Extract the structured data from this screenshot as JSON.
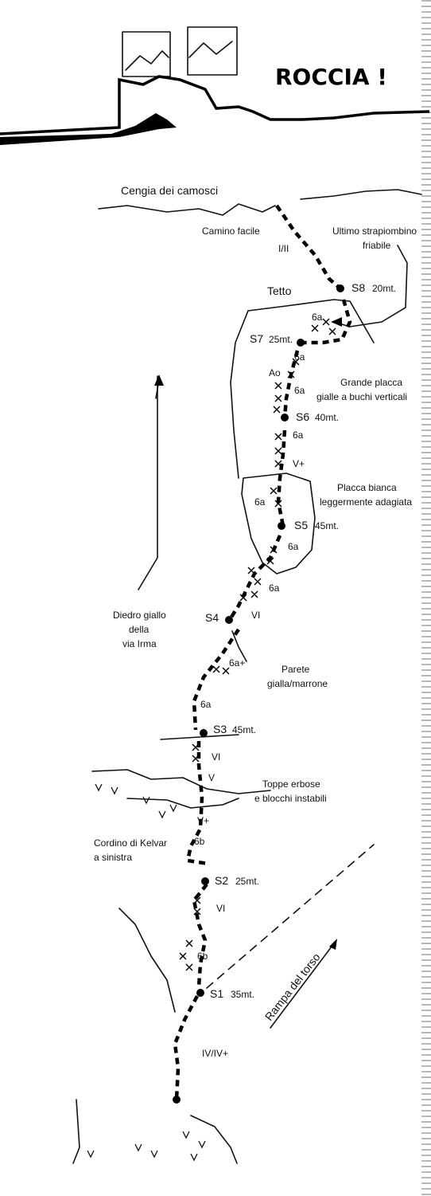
{
  "title": "ROCCIA !",
  "labels": {
    "cengia": "Cengia dei camosci",
    "camino": "Camino facile",
    "strapiombo_1": "Ultimo strapiombino",
    "strapiombo_2": "friabile",
    "tetto": "Tetto",
    "placca_gialla_1": "Grande placca",
    "placca_gialla_2": "gialle a buchi verticali",
    "placca_bianca_1": "Placca bianca",
    "placca_bianca_2": "leggermente adagiata",
    "diedro_1": "Diedro giallo",
    "diedro_2": "della",
    "diedro_3": "via Irma",
    "parete_1": "Parete",
    "parete_2": "gialla/marrone",
    "toppe_1": "Toppe erbose",
    "toppe_2": "e blocchi instabili",
    "cordino_1": "Cordino di Kelvar",
    "cordino_2": "a sinistra",
    "rampa": "Rampa del torso"
  },
  "stations": [
    {
      "id": "S8",
      "length": "20mt."
    },
    {
      "id": "S7",
      "length": "25mt."
    },
    {
      "id": "S6",
      "length": "40mt."
    },
    {
      "id": "S5",
      "length": "45mt."
    },
    {
      "id": "S4",
      "length": ""
    },
    {
      "id": "S3",
      "length": "45mt."
    },
    {
      "id": "S2",
      "length": "25mt."
    },
    {
      "id": "S1",
      "length": "35mt."
    }
  ],
  "grades": {
    "camino": "I/II",
    "s8_tetto": "6a",
    "s7_a": "6a",
    "s7_ao": "Ao",
    "s7_b": "6a",
    "s6_a": "6a",
    "s6_vplus": "V+",
    "s5_left": "6a",
    "s5_right": "6a",
    "s4_a": "6a",
    "s4_vi": "VI",
    "s3_6aplus": "6a+",
    "s3_6a": "6a",
    "s2_vi": "VI",
    "s2_v": "V",
    "s2_vplus": "V+",
    "s2_6b": "6b",
    "s1_vi": "VI",
    "s1_6b": "6b",
    "start": "IV/IV+"
  }
}
